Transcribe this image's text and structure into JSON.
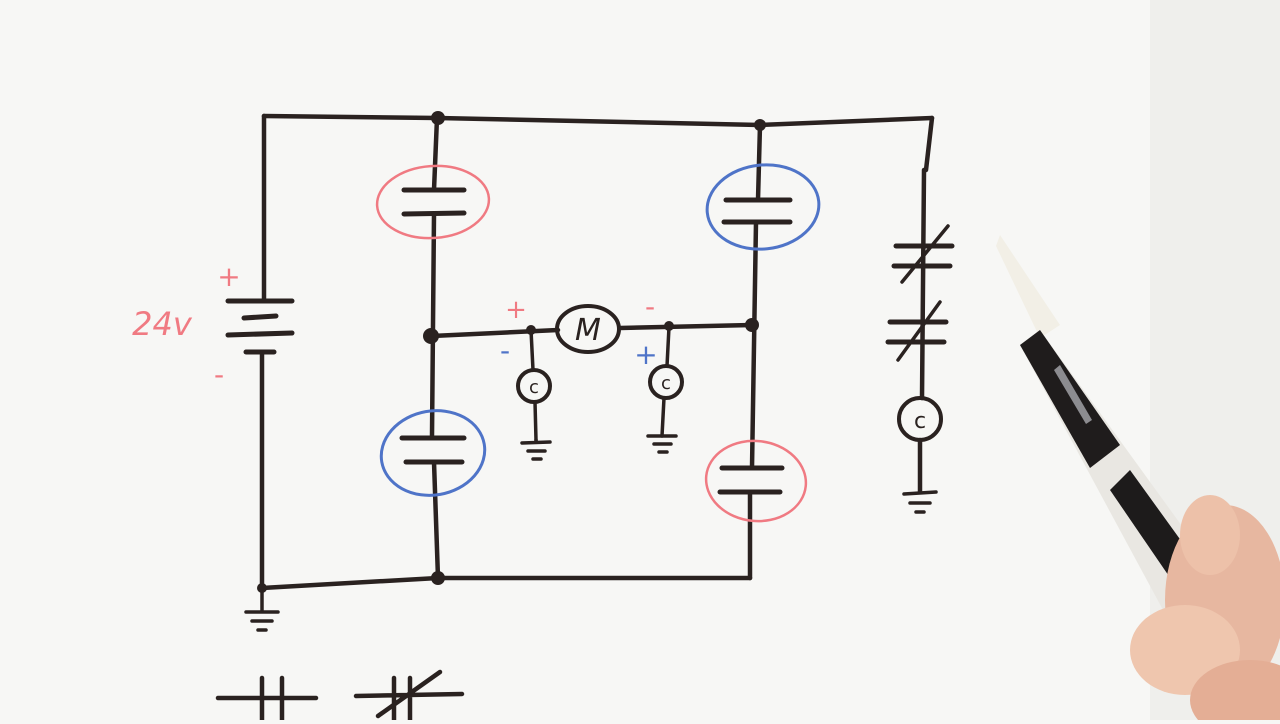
{
  "diagram": {
    "source_label": "24v",
    "positive_sign": "+",
    "negative_sign": "-",
    "motor_label": "M",
    "coil_label": "c"
  },
  "colors": {
    "ink": "#2a2220",
    "red_marker": "#f07a82",
    "blue_marker": "#4f74c8",
    "paper": "#f7f7f5"
  },
  "icons": [
    "battery-icon",
    "ground-icon",
    "contact-no-icon",
    "contact-nc-icon",
    "motor-icon",
    "relay-coil-icon",
    "marker-pen-icon"
  ]
}
